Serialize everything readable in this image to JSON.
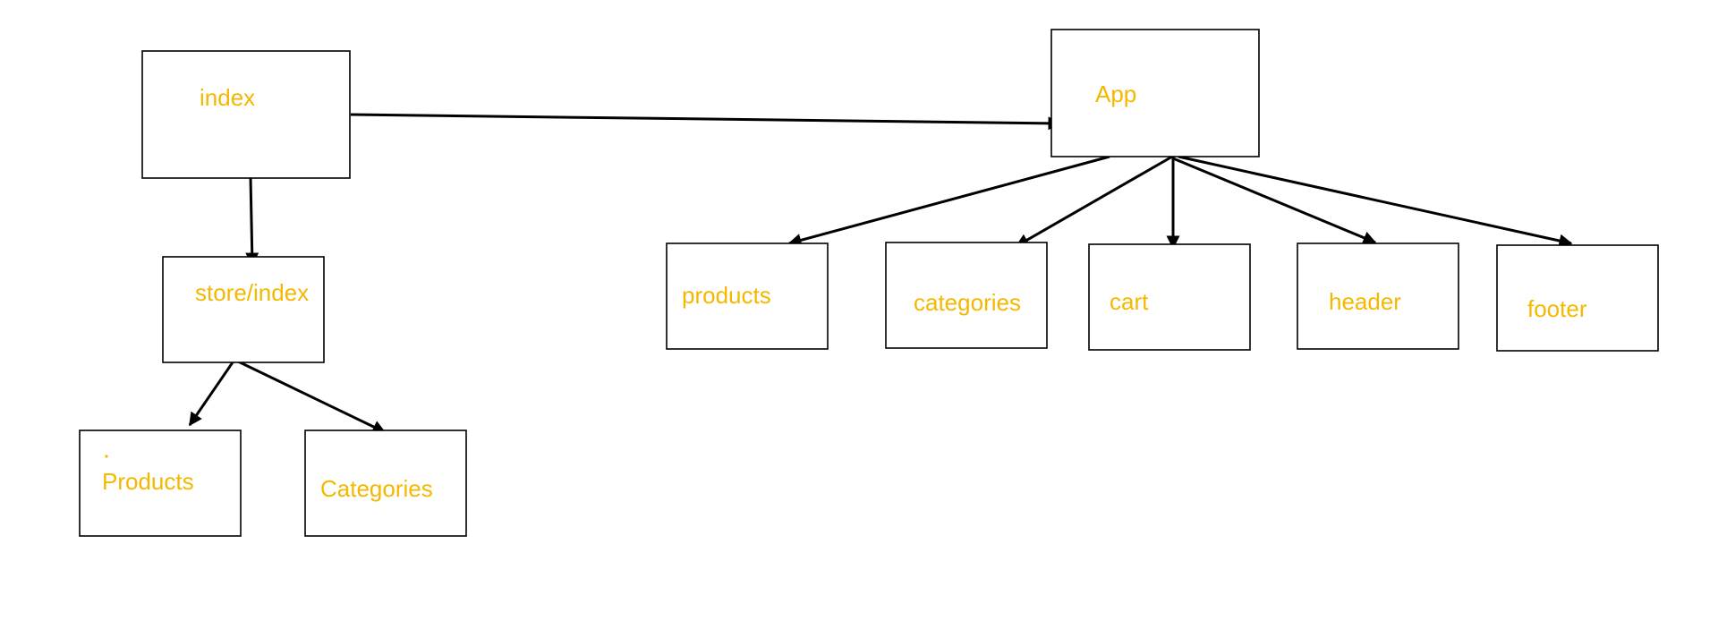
{
  "diagram": {
    "nodes": {
      "index": "index",
      "app": "App",
      "store_index": "store/index",
      "products_lower": "products",
      "categories_lower": "categories",
      "cart": "cart",
      "header": "header",
      "footer": "footer",
      "products_upper": "Products",
      "categories_upper": "Categories"
    },
    "edges": [
      {
        "from": "index",
        "to": "App"
      },
      {
        "from": "index",
        "to": "store/index"
      },
      {
        "from": "App",
        "to": "products"
      },
      {
        "from": "App",
        "to": "categories"
      },
      {
        "from": "App",
        "to": "cart"
      },
      {
        "from": "App",
        "to": "header"
      },
      {
        "from": "App",
        "to": "footer"
      },
      {
        "from": "store/index",
        "to": "Products"
      },
      {
        "from": "store/index",
        "to": "Categories"
      }
    ],
    "colors": {
      "label": "#f5b800",
      "line": "#000000",
      "background": "#ffffff"
    }
  }
}
